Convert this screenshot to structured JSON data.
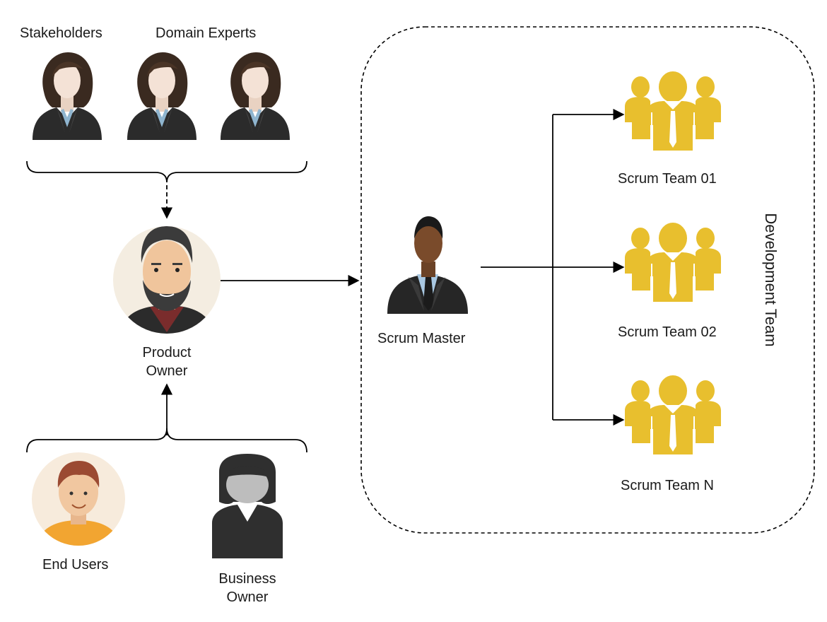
{
  "labels": {
    "stakeholders": "Stakeholders",
    "domain_experts": "Domain Experts",
    "product_owner_l1": "Product",
    "product_owner_l2": "Owner",
    "end_users": "End Users",
    "business_owner_l1": "Business",
    "business_owner_l2": "Owner",
    "scrum_master": "Scrum Master",
    "team_1": "Scrum Team 01",
    "team_2": "Scrum Team 02",
    "team_n": "Scrum Team N",
    "development_team": "Development Team"
  },
  "icons": {
    "stakeholder": "businesswoman-avatar-icon",
    "product_owner": "bearded-man-avatar-icon",
    "end_user": "young-man-avatar-icon",
    "business_owner": "woman-silhouette-icon",
    "scrum_master": "businessman-avatar-icon",
    "scrum_team": "group-icon"
  },
  "colors": {
    "team_yellow": "#E8BF2E",
    "suit_dark": "#2b2b2b",
    "po_circle": "#F4EDE1",
    "eu_circle": "#F7EBDC",
    "eu_shirt": "#F2A531"
  }
}
